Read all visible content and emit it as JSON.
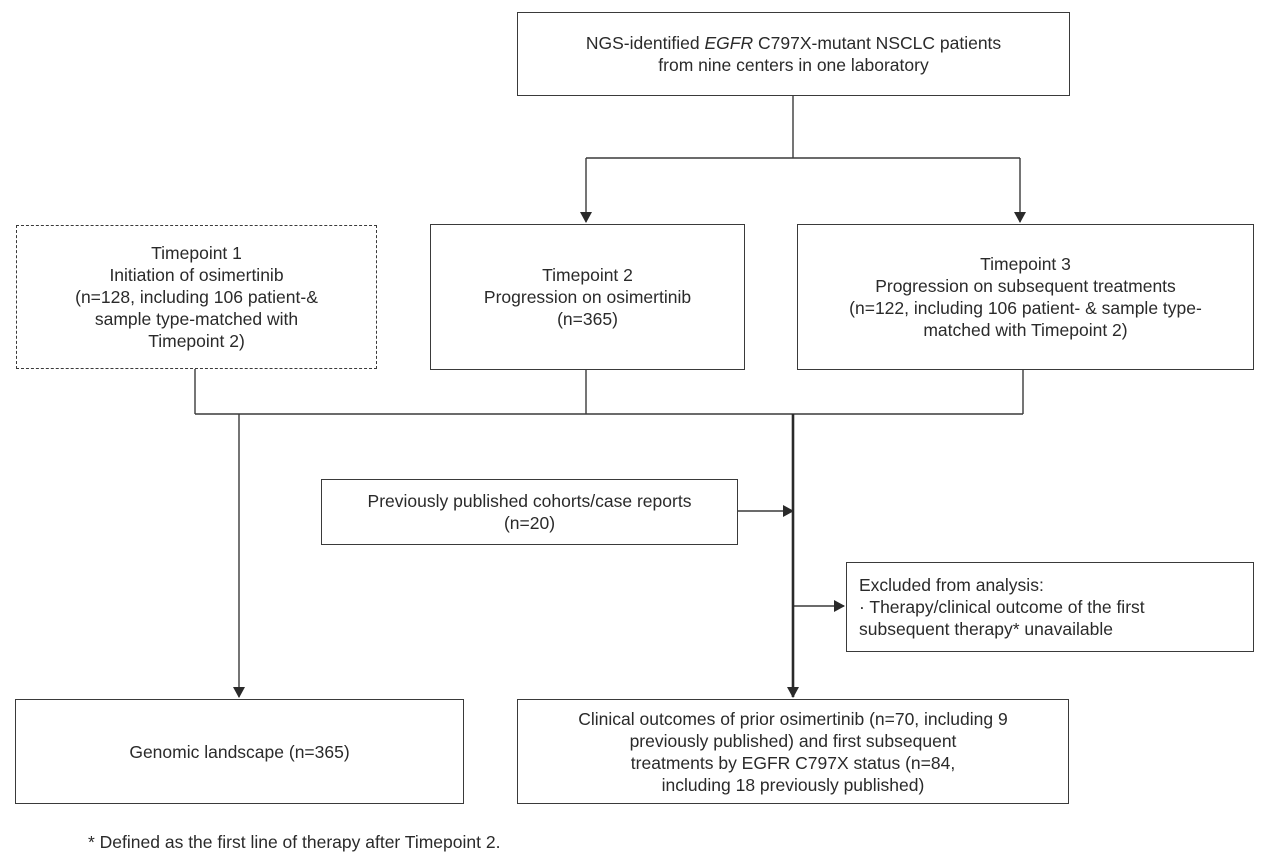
{
  "boxes": {
    "source": {
      "line1_pre": "NGS-identified ",
      "line1_italic": "EGFR",
      "line1_post": " C797X-mutant NSCLC patients",
      "line2": "from nine centers in one laboratory"
    },
    "timepoint1": {
      "lines": [
        "Timepoint 1",
        "Initiation of osimertinib",
        "(n=128, including 106 patient-&",
        "sample type-matched with",
        "Timepoint 2)"
      ]
    },
    "timepoint2": {
      "lines": [
        "Timepoint 2",
        "Progression on osimertinib",
        "(n=365)"
      ]
    },
    "timepoint3": {
      "lines": [
        "Timepoint 3",
        "Progression on subsequent treatments",
        "(n=122, including 106 patient- & sample type-",
        "matched with Timepoint 2)"
      ]
    },
    "published": {
      "lines": [
        "Previously published cohorts/case reports",
        "(n=20)"
      ]
    },
    "excluded": {
      "lines": [
        "Excluded from analysis:",
        "· Therapy/clinical outcome of the first",
        "subsequent therapy* unavailable"
      ]
    },
    "genomic": {
      "lines": [
        "Genomic landscape (n=365)"
      ]
    },
    "clinical": {
      "lines": [
        "Clinical outcomes of prior osimertinib (n=70, including 9",
        "previously published) and first subsequent",
        "treatments by EGFR C797X status (n=84,",
        "including 18 previously published)"
      ]
    }
  },
  "footnote": "* Defined as the first line of therapy after Timepoint 2."
}
